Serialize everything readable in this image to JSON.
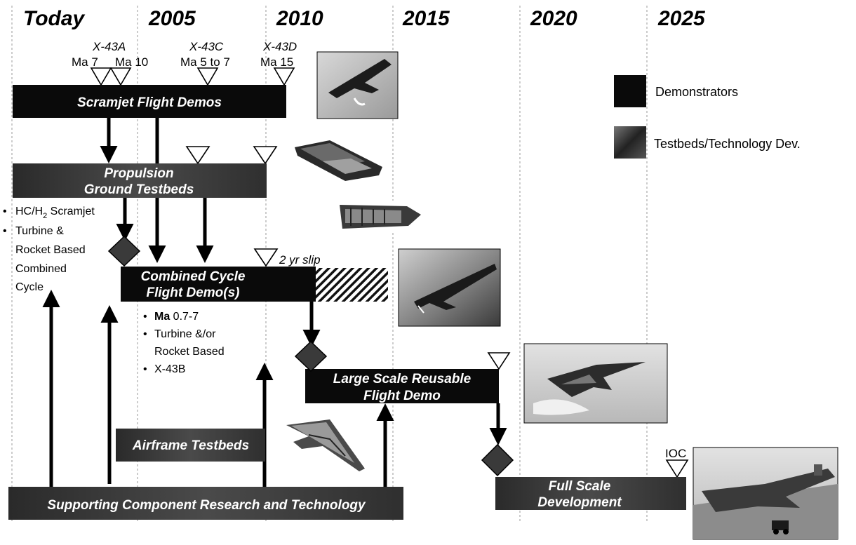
{
  "years": [
    "Today",
    "2005",
    "2010",
    "2015",
    "2020",
    "2025"
  ],
  "vehicles": {
    "x43a": "X-43A",
    "x43c": "X-43C",
    "x43d": "X-43D"
  },
  "milestones": {
    "ma7": "Ma 7",
    "ma10": "Ma 10",
    "ma5to7": "Ma 5 to 7",
    "ma15": "Ma 15",
    "slip": "2 yr slip",
    "ioc": "IOC"
  },
  "bars": {
    "scramjet": "Scramjet Flight Demos",
    "propulsion_1": "Propulsion",
    "propulsion_2": "Ground Testbeds",
    "combined_1": "Combined Cycle",
    "combined_2": "Flight Demo(s)",
    "large_1": "Large Scale Reusable",
    "large_2": "Flight Demo",
    "airframe": "Airframe Testbeds",
    "full_1": "Full Scale",
    "full_2": "Development",
    "supporting": "Supporting Component Research and Technology"
  },
  "left_notes": {
    "item1_prefix": "HC/H",
    "item1_sub": "2",
    "item1_suffix": " Scramjet",
    "item2_lines": [
      "Turbine &",
      "Rocket Based",
      "Combined",
      "Cycle"
    ]
  },
  "combined_notes": {
    "item1_bold": "Ma",
    "item1_rest": " 0.7-7",
    "item2_lines": [
      "Turbine &/or",
      "Rocket Based"
    ],
    "item3": "X-43B"
  },
  "legend": {
    "demonstrators": "Demonstrators",
    "testbeds": "Testbeds/Technology Dev."
  },
  "colors": {
    "demonstrator": "#0a0a0a",
    "testbed": "#3c3c3c",
    "milestone_diamond": "#3a3a3a",
    "background": "#ffffff"
  }
}
